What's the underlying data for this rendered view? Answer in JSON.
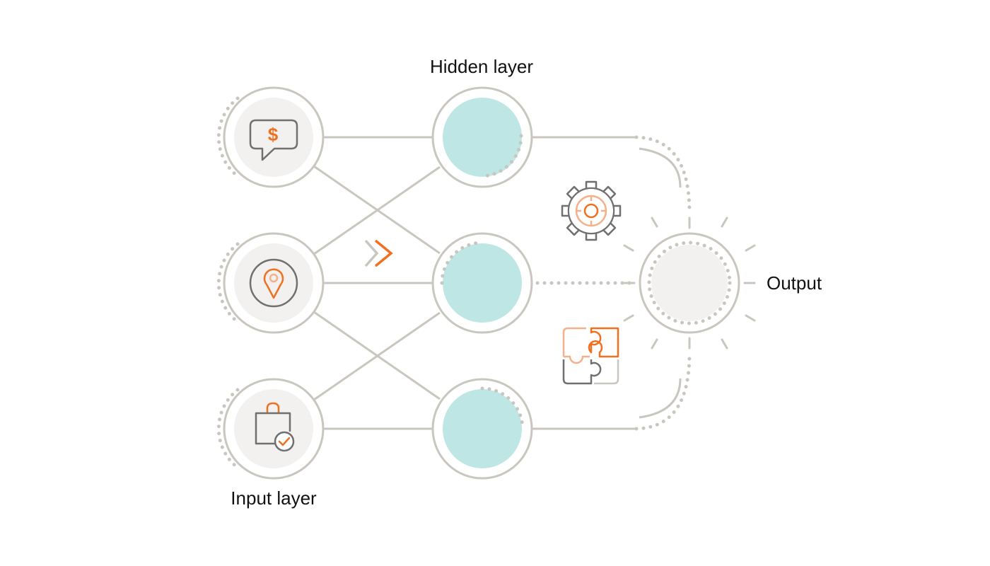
{
  "labels": {
    "hidden": "Hidden layer",
    "input": "Input layer",
    "output": "Output"
  },
  "input_nodes": [
    {
      "icon": "dollar-chat-icon",
      "glyph": "$"
    },
    {
      "icon": "location-pin-icon"
    },
    {
      "icon": "shopping-bag-check-icon"
    }
  ],
  "hidden_node_count": 3,
  "decorations": [
    "double-chevron-icon",
    "gear-target-icon",
    "puzzle-icon"
  ],
  "colors": {
    "line": "#c9c6bf",
    "dots": "#c9c6bf",
    "node_fill": "#f2f1ef",
    "hidden_fill": "#bde6e5",
    "accent": "#f07020",
    "accent_light": "#f5b08a",
    "icon_gray": "#707070"
  }
}
